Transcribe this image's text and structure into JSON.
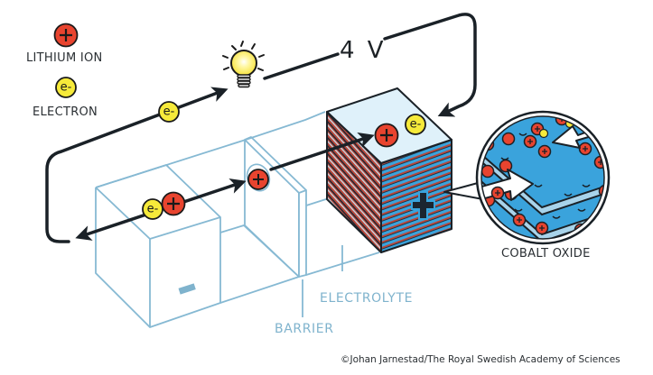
{
  "legend": {
    "lithium_ion": {
      "label": "LITHIUM ION",
      "symbol": "+",
      "icon": "lithium-ion-icon"
    },
    "electron": {
      "label": "ELECTRON",
      "symbol": "e-",
      "icon": "electron-icon"
    }
  },
  "circuit": {
    "voltage_label": "4 V",
    "lamp_icon": "light-bulb-icon"
  },
  "components": {
    "anode_symbol": "−",
    "cathode_symbol": "+",
    "barrier_label": "BARRIER",
    "electrolyte_label": "ELECTROLYTE",
    "cathode_material_label": "COBALT OXIDE"
  },
  "particles": {
    "ion_symbol": "+",
    "electron_symbol": "e-"
  },
  "credit": "©Johan Jarnestad/The Royal Swedish Academy of Sciences",
  "colors": {
    "ion_red": "#e8442f",
    "electron_yellow": "#f6ea3a",
    "outline_blue": "#86b9d3",
    "cathode_top": "#dff1fa",
    "stripe_red": "#b8473b",
    "stripe_blue": "#3aa3dc",
    "wire_dark": "#1a2127",
    "label_blue": "#7fb3cd"
  }
}
